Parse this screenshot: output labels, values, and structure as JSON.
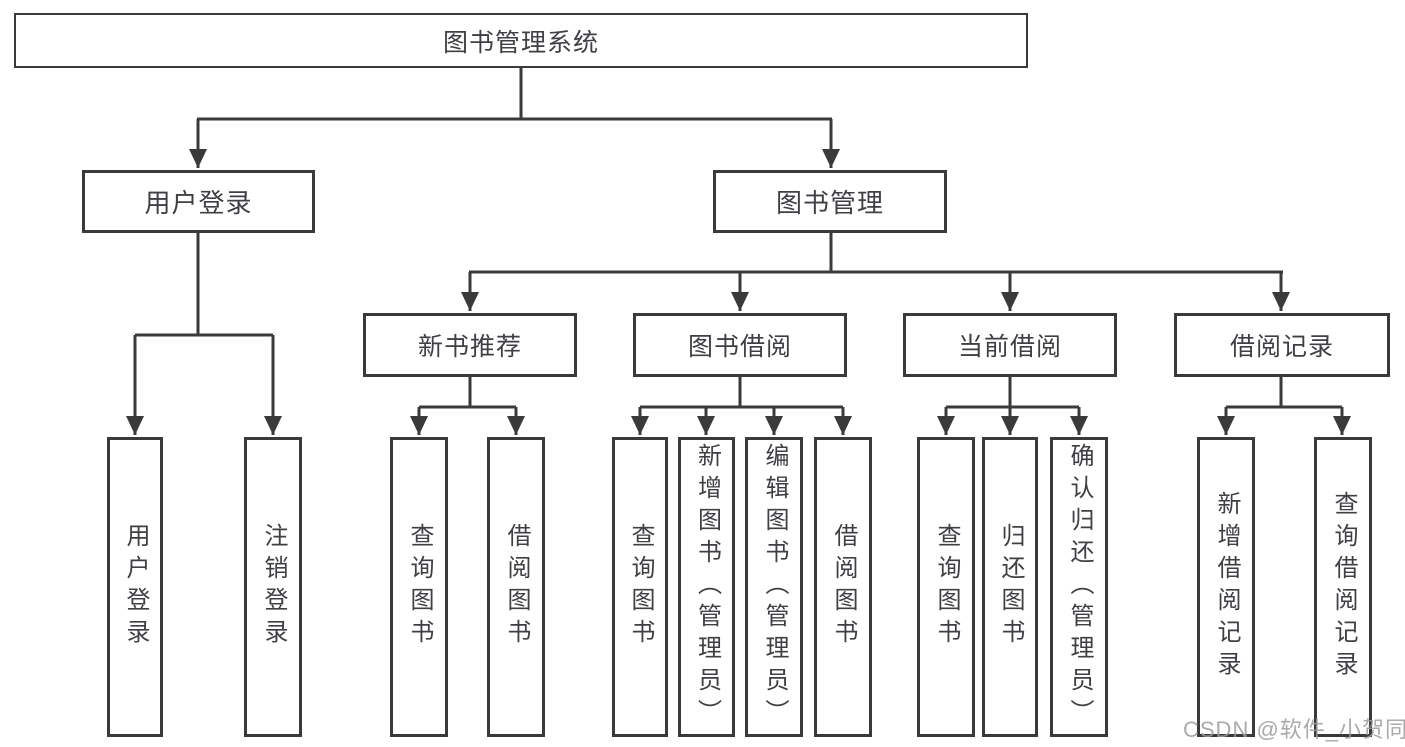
{
  "diagram": {
    "type": "hierarchy-tree",
    "colors": {
      "line": "#3a3a3a",
      "box_border": "#3a3a3a",
      "text": "#3f3f44",
      "background": "#ffffff",
      "watermark": "#9b9b9b"
    },
    "watermark": "CSDN @软件_小贺同学",
    "tree": {
      "root": {
        "label": "图书管理系统",
        "children": [
          {
            "label": "用户登录",
            "children": [
              {
                "label": "用户登录"
              },
              {
                "label": "注销登录"
              }
            ]
          },
          {
            "label": "图书管理",
            "children": [
              {
                "label": "新书推荐",
                "children": [
                  {
                    "label": "查询图书"
                  },
                  {
                    "label": "借阅图书"
                  }
                ]
              },
              {
                "label": "图书借阅",
                "children": [
                  {
                    "label": "查询图书"
                  },
                  {
                    "label": "新增图书（管理员）"
                  },
                  {
                    "label": "编辑图书（管理员）"
                  },
                  {
                    "label": "借阅图书"
                  }
                ]
              },
              {
                "label": "当前借阅",
                "children": [
                  {
                    "label": "查询图书"
                  },
                  {
                    "label": "归还图书"
                  },
                  {
                    "label": "确认归还（管理员）"
                  }
                ]
              },
              {
                "label": "借阅记录",
                "children": [
                  {
                    "label": "新增借阅记录"
                  },
                  {
                    "label": "查询借阅记录"
                  }
                ]
              }
            ]
          }
        ]
      }
    }
  }
}
